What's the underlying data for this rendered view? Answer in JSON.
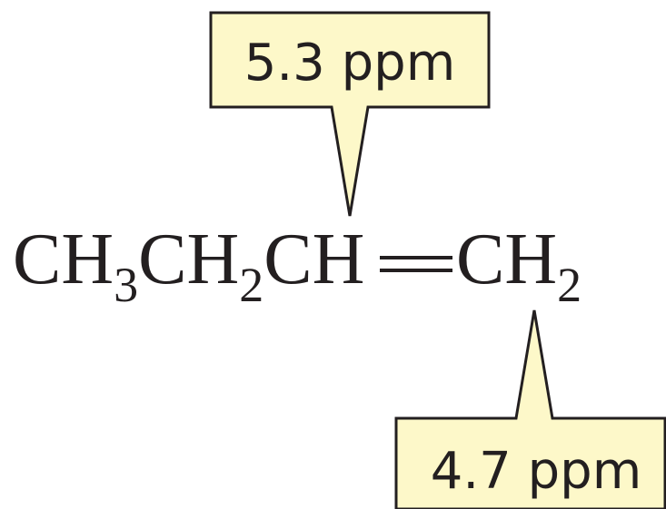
{
  "molecule": {
    "parts": [
      {
        "main": "CH",
        "sub": "3"
      },
      {
        "main": "CH",
        "sub": "2"
      },
      {
        "main": "CH",
        "sub": ""
      },
      {
        "main": "CH",
        "sub": "2"
      }
    ],
    "bond": "double"
  },
  "callouts": [
    {
      "label": "5.3 ppm",
      "target": "CH (C2)"
    },
    {
      "label": "4.7 ppm",
      "target": "CH2 (C1)"
    }
  ],
  "colors": {
    "callout_fill": "#fdf8c9",
    "stroke": "#231f20",
    "text": "#231f20"
  }
}
